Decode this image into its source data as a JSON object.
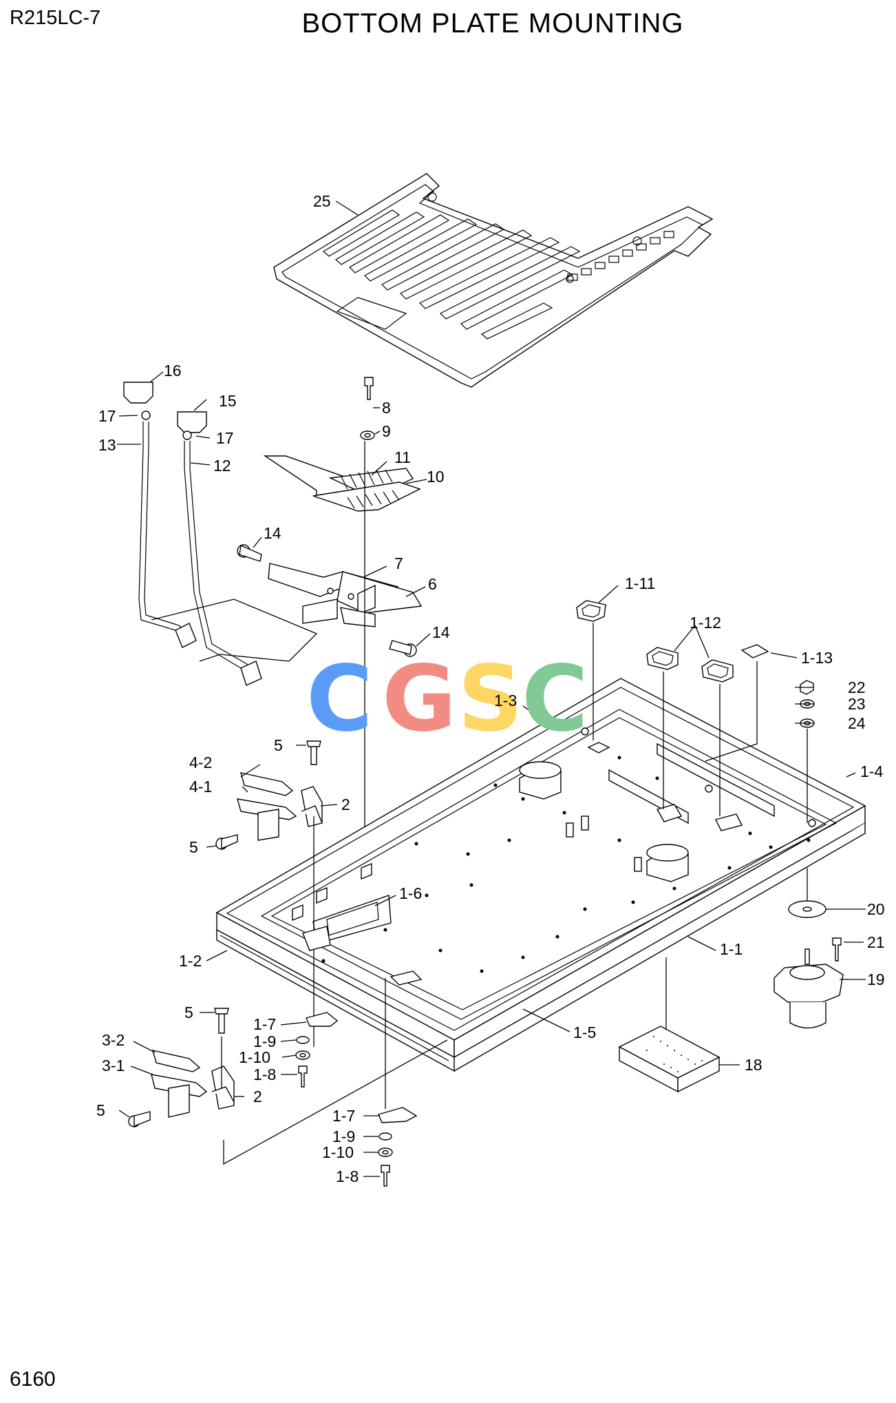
{
  "header": {
    "model": "R215LC-7",
    "title": "BOTTOM PLATE MOUNTING"
  },
  "footer": {
    "page_number": "6160"
  },
  "watermark": {
    "text": "CGSC",
    "colors": [
      "#5b9bf8",
      "#f28b82",
      "#fdd663",
      "#81c995"
    ]
  },
  "callouts": [
    {
      "label": "25"
    },
    {
      "label": "16"
    },
    {
      "label": "17"
    },
    {
      "label": "15"
    },
    {
      "label": "17"
    },
    {
      "label": "13"
    },
    {
      "label": "12"
    },
    {
      "label": "8"
    },
    {
      "label": "9"
    },
    {
      "label": "11"
    },
    {
      "label": "10"
    },
    {
      "label": "14"
    },
    {
      "label": "7"
    },
    {
      "label": "6"
    },
    {
      "label": "14"
    },
    {
      "label": "1-11"
    },
    {
      "label": "1-12"
    },
    {
      "label": "1-13"
    },
    {
      "label": "22"
    },
    {
      "label": "23"
    },
    {
      "label": "24"
    },
    {
      "label": "1-3"
    },
    {
      "label": "5"
    },
    {
      "label": "4-2"
    },
    {
      "label": "4-1"
    },
    {
      "label": "2"
    },
    {
      "label": "5"
    },
    {
      "label": "1-4"
    },
    {
      "label": "1-6"
    },
    {
      "label": "20"
    },
    {
      "label": "21"
    },
    {
      "label": "1-2"
    },
    {
      "label": "1-1"
    },
    {
      "label": "19"
    },
    {
      "label": "5"
    },
    {
      "label": "1-7"
    },
    {
      "label": "1-9"
    },
    {
      "label": "1-10"
    },
    {
      "label": "1-8"
    },
    {
      "label": "3-2"
    },
    {
      "label": "3-1"
    },
    {
      "label": "2"
    },
    {
      "label": "5"
    },
    {
      "label": "1-5"
    },
    {
      "label": "18"
    },
    {
      "label": "1-7"
    },
    {
      "label": "1-9"
    },
    {
      "label": "1-10"
    },
    {
      "label": "1-8"
    }
  ]
}
